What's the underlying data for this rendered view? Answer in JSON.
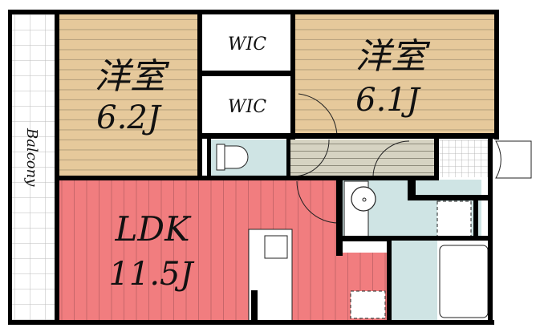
{
  "colors": {
    "bedroom": "#e6c99b",
    "ldk": "#f17d7f",
    "wet": "#cfe4e4",
    "hall": "#d6d3c2",
    "wall": "#000000"
  },
  "rooms": {
    "bedroom_west": {
      "name": "洋室",
      "size": "6.2J"
    },
    "bedroom_east": {
      "name": "洋室",
      "size": "6.1J"
    },
    "wic_upper": {
      "name": "WIC"
    },
    "wic_lower": {
      "name": "WIC"
    },
    "ldk": {
      "name": "LDK",
      "size": "11.5J"
    },
    "balcony": {
      "name": "Balcony"
    }
  }
}
